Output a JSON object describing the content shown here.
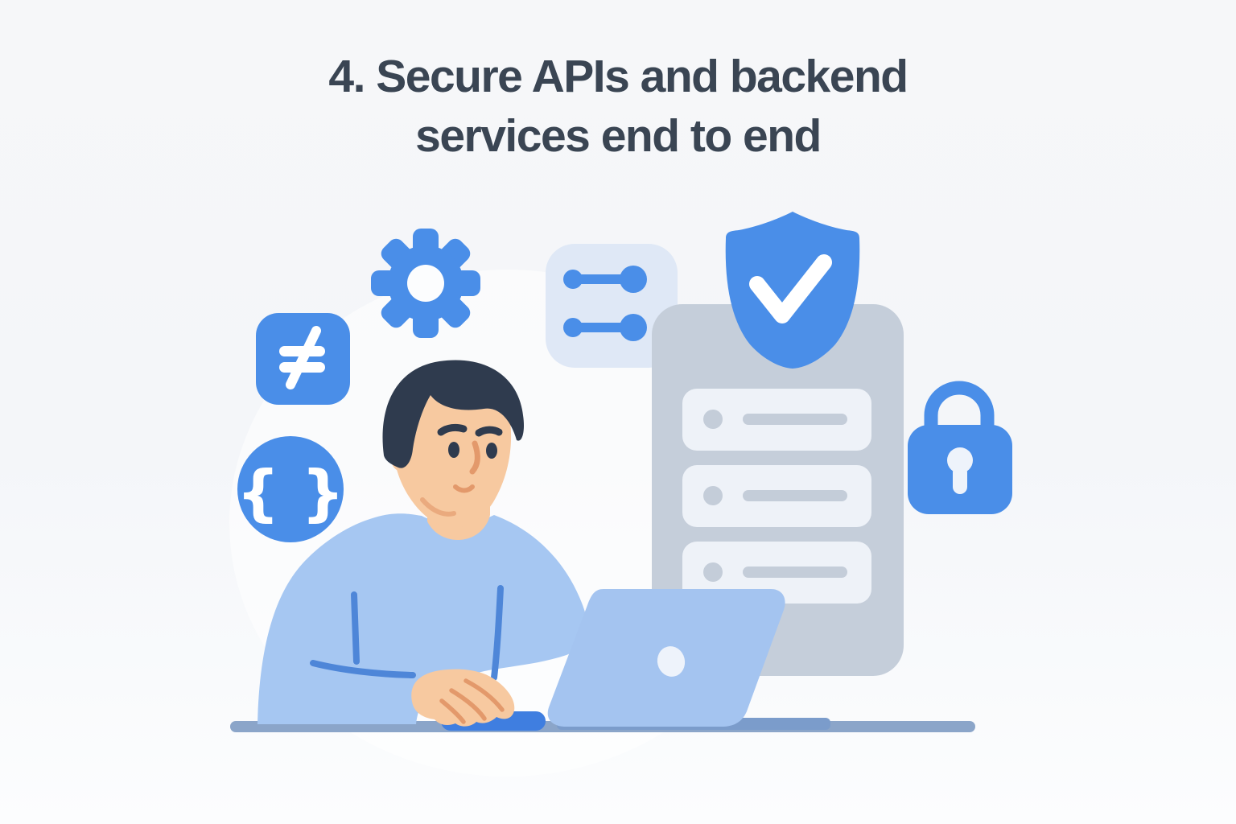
{
  "title": {
    "line1": "4. Secure APIs and backend",
    "line2": "services end to end"
  },
  "colors": {
    "bg": "#f4f6f9",
    "bg2": "#fcfdfe",
    "title": "#3a4553",
    "blue": "#4a8ee8",
    "tile": "#dfe8f6",
    "panel": "#c5ceda",
    "row": "#eef2f8",
    "row_detail": "#c4cdd9",
    "white": "#ffffff",
    "skin": "#f7c9a0",
    "skin_line": "#e3996b",
    "hair": "#2f3b4e",
    "shirt": "#a6c7f2",
    "seam": "#4e86d8",
    "laptop": "#a4c4f0",
    "laptop_logo": "#eef3fb",
    "mouse": "#3f7ee0",
    "desk": "#8ba5c9",
    "desk_dark": "#7b9ccb"
  },
  "icons": {
    "not_equal": {
      "name": "not-equal-icon",
      "glyph": "≠"
    },
    "gear": {
      "name": "gear-icon"
    },
    "braces": {
      "name": "code-braces-icon",
      "glyph": "{ }"
    },
    "sliders": {
      "name": "sliders-icon"
    },
    "shield": {
      "name": "shield-check-icon"
    },
    "checklist": {
      "name": "checklist-panel",
      "rows": 3
    },
    "lock": {
      "name": "padlock-icon"
    }
  },
  "figures": {
    "person": "person-at-laptop",
    "laptop": "laptop",
    "mouse": "computer-mouse",
    "desk": "desk-surface"
  }
}
